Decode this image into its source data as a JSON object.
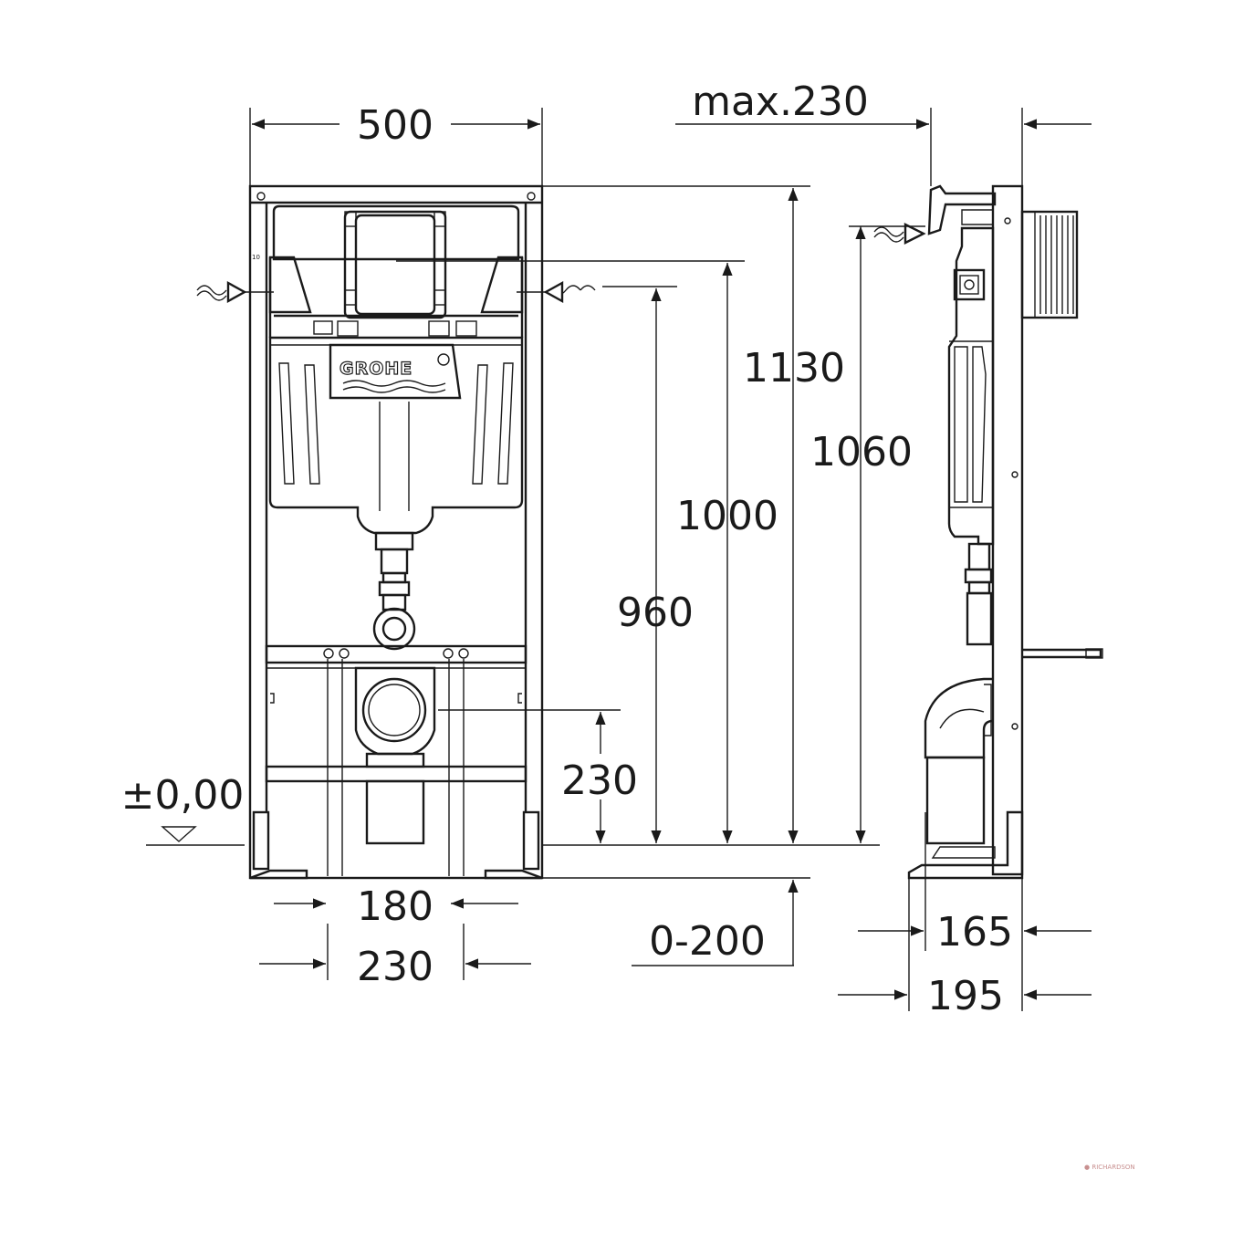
{
  "brand": "GROHE",
  "dimensions": {
    "width_top": "500",
    "max_depth": "max.230",
    "h_1130": "1130",
    "h_1060": "1060",
    "h_1000": "1000",
    "h_960": "960",
    "h_230": "230",
    "floor_level": "±0,00",
    "w_180": "180",
    "w_230": "230",
    "adj_0_200": "0-200",
    "d_165": "165",
    "d_195": "195"
  },
  "watermark": "● RICHARDSON"
}
